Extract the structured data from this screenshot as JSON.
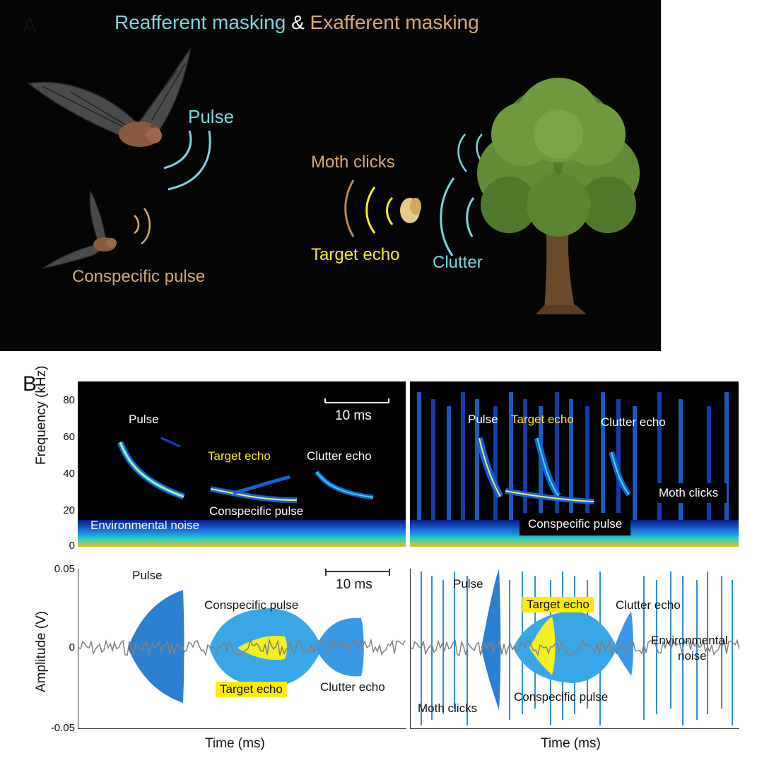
{
  "panel_a": {
    "letter": "A",
    "title_reafferent": "Reafferent masking",
    "title_amp": "&",
    "title_exafferent": "Exafferent masking",
    "label_pulse": "Pulse",
    "label_conspecific": "Conspecific pulse",
    "label_moth": "Moth clicks",
    "label_target": "Target echo",
    "label_clutter": "Clutter",
    "colors": {
      "reafferent": "#7fd4dc",
      "exafferent": "#d9a877",
      "target": "#f5ef1e"
    }
  },
  "panel_b": {
    "letter": "B",
    "spectrogram": {
      "ylabel": "Frequency (kHz)",
      "yticks": [
        "80",
        "60",
        "40",
        "20",
        "0"
      ],
      "scale_bar": "10 ms",
      "left_labels": {
        "pulse": "Pulse",
        "target": "Target echo",
        "clutter": "Clutter echo",
        "conspecific": "Conspecific pulse",
        "noise": "Environmental noise"
      },
      "right_labels": {
        "pulse": "Pulse",
        "target": "Target echo",
        "clutter": "Clutter echo",
        "moth": "Moth clicks",
        "conspecific": "Conspecific pulse"
      }
    },
    "waveform": {
      "ylabel": "Amplitude (V)",
      "yticks": [
        "0.05",
        "0",
        "-0.05"
      ],
      "xlabel_left": "Time (ms)",
      "xlabel_right": "Time (ms)",
      "scale_bar": "10 ms",
      "left_labels": {
        "pulse": "Pulse",
        "conspecific": "Conspecific pulse",
        "target": "Target echo",
        "clutter": "Clutter echo"
      },
      "right_labels": {
        "pulse": "Pulse",
        "target": "Target echo",
        "clutter": "Clutter echo",
        "environmental": "Environmental",
        "noise": "noise",
        "moth": "Moth clicks",
        "conspecific": "Conspecific pulse"
      }
    }
  }
}
